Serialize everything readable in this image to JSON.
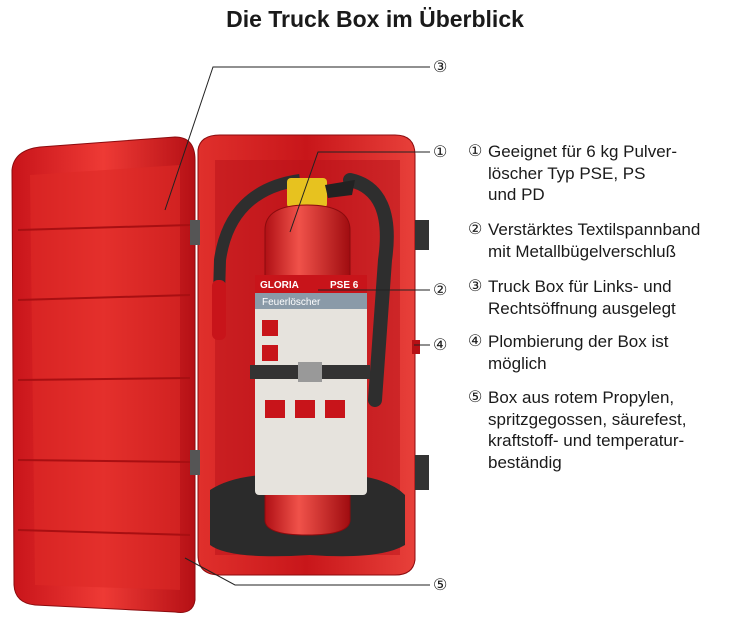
{
  "title": "Die Truck Box im Überblick",
  "callouts": [
    "①",
    "②",
    "③",
    "④",
    "⑤"
  ],
  "features": [
    {
      "num": "①",
      "lines": [
        "Geeignet für 6 kg Pulver-",
        "löscher Typ PSE, PS",
        "und PD"
      ]
    },
    {
      "num": "②",
      "lines": [
        "Verstärktes Textilspannband",
        "mit Metallbügelverschluß"
      ]
    },
    {
      "num": "③",
      "lines": [
        "Truck Box für Links- und",
        "Rechtsöffnung ausgelegt"
      ]
    },
    {
      "num": "④",
      "lines": [
        "Plombierung der Box ist",
        "möglich"
      ]
    },
    {
      "num": "⑤",
      "lines": [
        "Box aus rotem Propylen,",
        "spritzgegossen, säurefest,",
        "kraftstoff- und temperatur-",
        "beständig"
      ]
    }
  ],
  "extinguisher_label": {
    "brand": "GLORIA",
    "model": "PSE 6",
    "type": "Feuerlöscher"
  },
  "colors": {
    "box_red": "#d81c1c",
    "dark_red": "#a80f12",
    "foam": "#2b2b2b"
  }
}
